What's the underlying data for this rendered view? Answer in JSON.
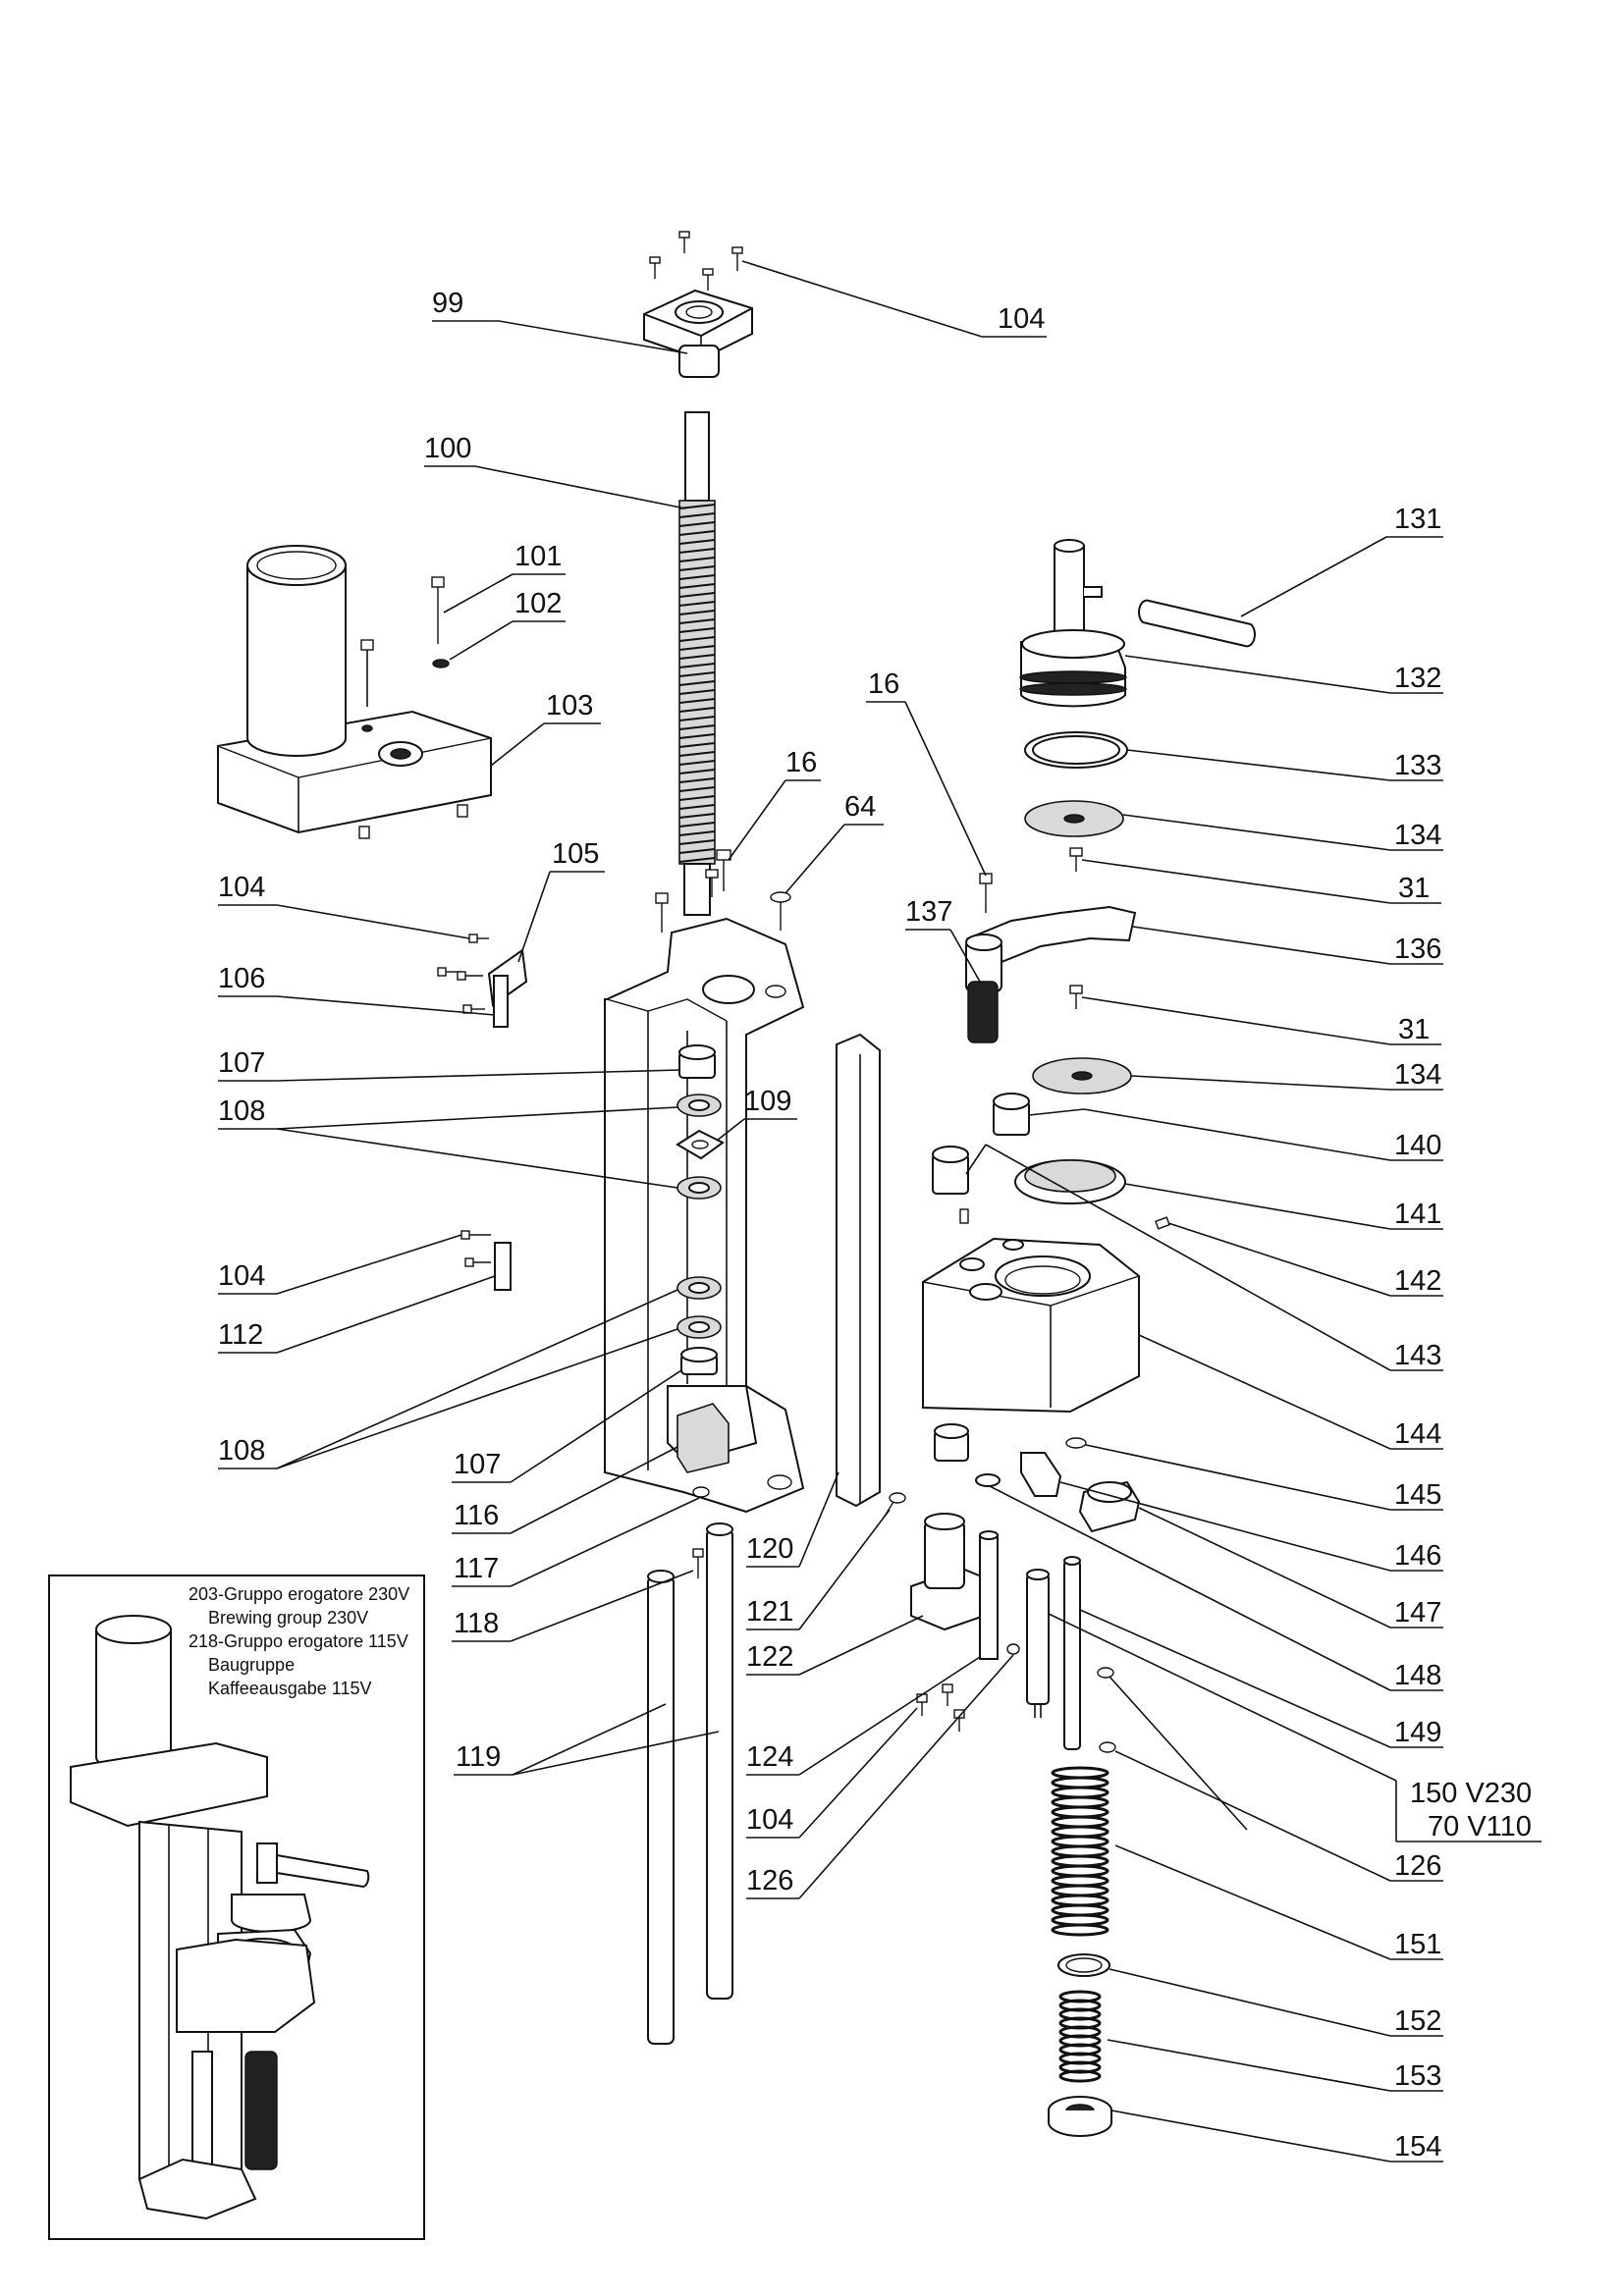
{
  "inset": {
    "lines": [
      "203-Gruppo erogatore 230V",
      "Brewing group 230V",
      "218-Gruppo erogatore  115V",
      "Baugruppe",
      "Kaffeeausgabe 115V"
    ]
  },
  "callouts": [
    {
      "id": "c99",
      "text": "99"
    },
    {
      "id": "c104a",
      "text": "104"
    },
    {
      "id": "c100",
      "text": "100"
    },
    {
      "id": "c101",
      "text": "101"
    },
    {
      "id": "c102",
      "text": "102"
    },
    {
      "id": "c103",
      "text": "103"
    },
    {
      "id": "c131",
      "text": "131"
    },
    {
      "id": "c132",
      "text": "132"
    },
    {
      "id": "c133",
      "text": "133"
    },
    {
      "id": "c134a",
      "text": "134"
    },
    {
      "id": "c16a",
      "text": "16"
    },
    {
      "id": "c16b",
      "text": "16"
    },
    {
      "id": "c64",
      "text": "64"
    },
    {
      "id": "c31a",
      "text": "31"
    },
    {
      "id": "c105",
      "text": "105"
    },
    {
      "id": "c104b",
      "text": "104"
    },
    {
      "id": "c137",
      "text": "137"
    },
    {
      "id": "c136",
      "text": "136"
    },
    {
      "id": "c106",
      "text": "106"
    },
    {
      "id": "c31b",
      "text": "31"
    },
    {
      "id": "c107a",
      "text": "107"
    },
    {
      "id": "c134b",
      "text": "134"
    },
    {
      "id": "c108a",
      "text": "108"
    },
    {
      "id": "c109",
      "text": "109"
    },
    {
      "id": "c140",
      "text": "140"
    },
    {
      "id": "c141",
      "text": "141"
    },
    {
      "id": "c104c",
      "text": "104"
    },
    {
      "id": "c142",
      "text": "142"
    },
    {
      "id": "c112",
      "text": "112"
    },
    {
      "id": "c143",
      "text": "143"
    },
    {
      "id": "c144",
      "text": "144"
    },
    {
      "id": "c108b",
      "text": "108"
    },
    {
      "id": "c107b",
      "text": "107"
    },
    {
      "id": "c145",
      "text": "145"
    },
    {
      "id": "c116",
      "text": "116"
    },
    {
      "id": "c146",
      "text": "146"
    },
    {
      "id": "c120",
      "text": "120"
    },
    {
      "id": "c117",
      "text": "117"
    },
    {
      "id": "c147",
      "text": "147"
    },
    {
      "id": "c118",
      "text": "118"
    },
    {
      "id": "c121",
      "text": "121"
    },
    {
      "id": "c122",
      "text": "122"
    },
    {
      "id": "c148",
      "text": "148"
    },
    {
      "id": "c149",
      "text": "149"
    },
    {
      "id": "c119",
      "text": "119"
    },
    {
      "id": "c124",
      "text": "124"
    },
    {
      "id": "c150",
      "text": "150 V230"
    },
    {
      "id": "c70",
      "text": "70 V110"
    },
    {
      "id": "c104d",
      "text": "104"
    },
    {
      "id": "c126a",
      "text": "126"
    },
    {
      "id": "c126b",
      "text": "126"
    },
    {
      "id": "c151",
      "text": "151"
    },
    {
      "id": "c152",
      "text": "152"
    },
    {
      "id": "c153",
      "text": "153"
    },
    {
      "id": "c154",
      "text": "154"
    }
  ]
}
